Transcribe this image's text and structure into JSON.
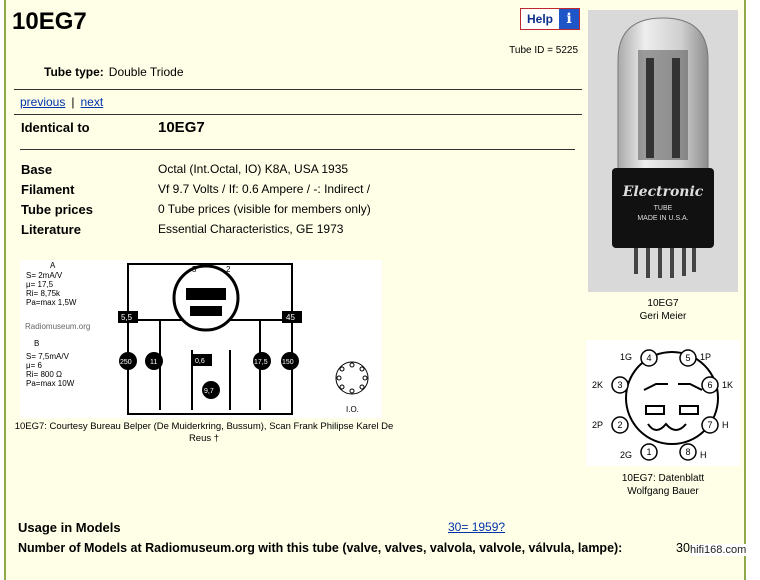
{
  "title": "10EG7",
  "help": {
    "label": "Help",
    "icon": "info-icon"
  },
  "tube_id": "Tube ID = 5225",
  "tube_type": {
    "label": "Tube type:",
    "value": "Double Triode"
  },
  "nav": {
    "previous": "previous",
    "separator": "|",
    "next": "next"
  },
  "identical_to": {
    "label": "Identical to",
    "value": "10EG7"
  },
  "specs": [
    {
      "label": "Base",
      "value": "Octal (Int.Octal, IO) K8A, USA 1935"
    },
    {
      "label": "Filament",
      "value": "Vf 9.7 Volts / If: 0.6 Ampere / -: Indirect /"
    },
    {
      "label": "Tube prices",
      "value": "0 Tube prices (visible for members only)"
    },
    {
      "label": "Literature",
      "value": "Essential Characteristics, GE 1973"
    }
  ],
  "schematic": {
    "a_label": "A",
    "a_params": [
      "S= 2mA/V",
      "μ= 17,5",
      "Ri= 8,75k",
      "Pa=max 1,5W"
    ],
    "b_label": "B",
    "b_params": [
      "S= 7,5mA/V",
      "μ= 6",
      "Ri= 800 Ω",
      "Pa=max 10W"
    ],
    "watermark": "Radiomuseum.org",
    "values": [
      "5,5",
      "45",
      "250",
      "11",
      "0,6",
      "17,5",
      "150",
      "9,7"
    ],
    "socket_label": "I.O.",
    "pins_top": [
      "5",
      "2"
    ],
    "caption": "10EG7: Courtesy Bureau Belper (De Muiderkring, Bussum), Scan Frank Philipse Karel De Reus †"
  },
  "photo": {
    "brand": "Electronic",
    "word": "TUBE",
    "made": "MADE IN U.S.A.",
    "caption_line1": "10EG7",
    "caption_line2": "Geri Meier"
  },
  "basing": {
    "pins": [
      "1G",
      "1P",
      "2K",
      "1K",
      "2P",
      "H",
      "2G",
      "H"
    ],
    "numbers": [
      "4",
      "5",
      "3",
      "6",
      "2",
      "7",
      "1",
      "8"
    ],
    "caption_line1": "10EG7: Datenblatt",
    "caption_line2": "Wolfgang Bauer"
  },
  "usage": {
    "label": "Usage in Models",
    "link": "30= 1959?"
  },
  "num_models": {
    "label": "Number of Models at Radiomuseum.org with this tube (valve, valves, valvola, valvole, válvula, lampe):",
    "value": "30"
  },
  "watermark": "hifi168.com",
  "colors": {
    "frame": "#8fa84a",
    "background": "#ffffe7",
    "link": "#0033aa"
  }
}
